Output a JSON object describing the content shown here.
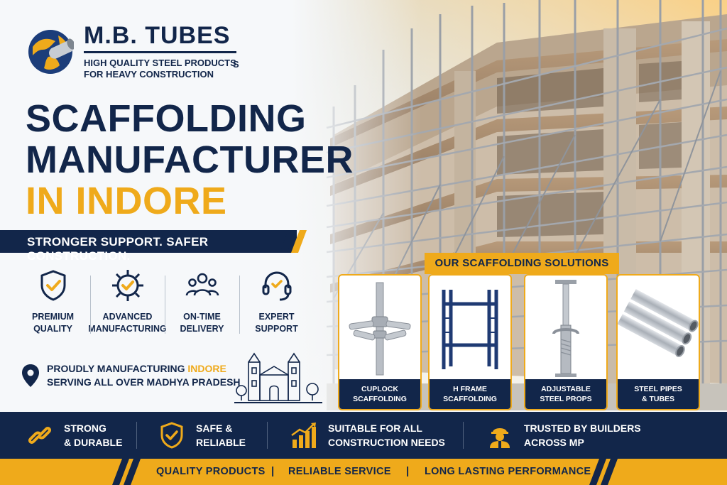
{
  "brand": {
    "name": "M.B. TUBES",
    "tagline": "HIGH QUALITY STEEL PRODUCTS\nFOR HEAVY CONSTRUCTION",
    "tagline_trailing": "S"
  },
  "headline": {
    "line1": "SCAFFOLDING",
    "line2": "MANUFACTURER",
    "line3": "IN INDORE"
  },
  "slogan": "STRONGER SUPPORT. SAFER CONSTRUCTION.",
  "features": [
    {
      "icon": "shield-check-icon",
      "label": "PREMIUM\nQUALITY"
    },
    {
      "icon": "gear-check-icon",
      "label": "ADVANCED\nMANUFACTURING"
    },
    {
      "icon": "team-icon",
      "label": "ON-TIME\nDELIVERY"
    },
    {
      "icon": "headset-icon",
      "label": "EXPERT\nSUPPORT"
    }
  ],
  "location": {
    "line1_prefix": "PROUDLY MANUFACTURING",
    "line1_highlight": "INDORE",
    "line2": "SERVING ALL OVER MADHYA PRADESH"
  },
  "solutions": {
    "title": "OUR SCAFFOLDING SOLUTIONS",
    "items": [
      {
        "icon": "cuplock-scaffolding-icon",
        "label": "CUPLOCK\nSCAFFOLDING"
      },
      {
        "icon": "h-frame-scaffolding-icon",
        "label": "H FRAME\nSCAFFOLDING"
      },
      {
        "icon": "steel-prop-icon",
        "label": "ADJUSTABLE\nSTEEL PROPS"
      },
      {
        "icon": "steel-pipes-icon",
        "label": "STEEL PIPES\n& TUBES"
      }
    ]
  },
  "benefits": [
    {
      "icon": "chain-link-icon",
      "label": "STRONG\n& DURABLE"
    },
    {
      "icon": "shield-check-icon",
      "label": "SAFE &\nRELIABLE"
    },
    {
      "icon": "growth-chart-icon",
      "label": "SUITABLE FOR ALL\nCONSTRUCTION NEEDS"
    },
    {
      "icon": "builder-icon",
      "label": "TRUSTED BY BUILDERS\nACROSS MP"
    }
  ],
  "footer": {
    "items": [
      "QUALITY PRODUCTS",
      "RELIABLE SERVICE",
      "LONG LASTING PERFORMANCE"
    ],
    "separator": "|"
  },
  "colors": {
    "navy": "#12264a",
    "gold": "#efaa1b",
    "white": "#ffffff"
  }
}
